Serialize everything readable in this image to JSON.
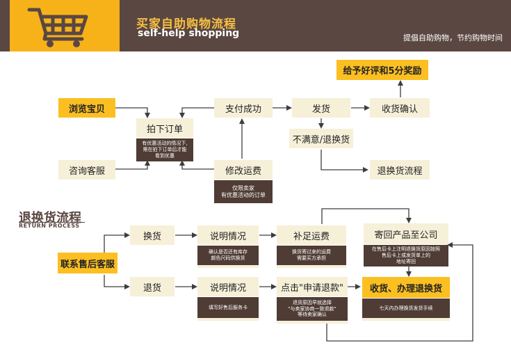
{
  "header": {
    "title_cn": "买家自助购物流程",
    "title_en": "self-help shopping",
    "slogan": "提倡自助购物，节约购物时间",
    "logo_icon": "shopping-cart-icon"
  },
  "flow": {
    "browse": "浏览宝贝",
    "consult": "咨询客服",
    "order": "拍下订单",
    "order_note": "有优惠活动的情况下,\n需在拍下订单后才能\n看到优惠",
    "pay": "支付成功",
    "ship": "发货",
    "receive": "收货确认",
    "review": "给予好评和5分奖励",
    "unsatisfied": "不满意/退换货",
    "return_flow": "退换货流程",
    "modify_fee": "修改运费",
    "modify_note": "仅限卖家\n有优惠活动的订单"
  },
  "return_process": {
    "title_cn": "退换货流程",
    "title_en": "RETURN PROCESS",
    "contact": "联系售后客服",
    "exchange": "换货",
    "refund": "退货",
    "explain1": "说明情况",
    "explain1_note": "确认是否还有库存\n颜色尺码供换货",
    "explain2": "说明情况",
    "explain2_note": "填写好售后服务卡",
    "supplement": "补足运费",
    "supplement_note": "换货寄过来的运费\n需要买方承担",
    "apply_refund": "点击\"申请退款\"",
    "apply_note": "退货原因早就选择\n\"与卖家协商一致退款\"\n等待卖家确认",
    "send_company": "寄回产品至公司",
    "send_note": "在售后卡上注明退换货原因按照\n售后卡上或发货单上的\n地址寄回",
    "receive_return": "收货、办理退换货",
    "receive_note": "七天内办理换货发货手续"
  },
  "colors": {
    "brown": "#5a4742",
    "yellow": "#fbbf22",
    "cream": "#f6f0d9",
    "arrow": "#3d3d3d"
  }
}
